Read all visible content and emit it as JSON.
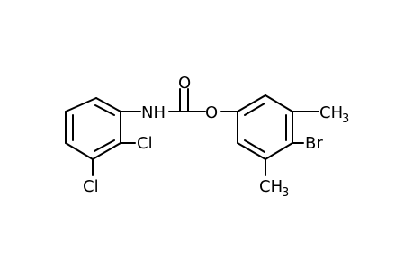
{
  "molecule": {
    "atoms": {
      "nh": "NH",
      "o_carbonyl": "O",
      "o_ester": "O",
      "cl_ortho": "Cl",
      "cl_meta": "Cl",
      "br": "Br",
      "ch3_top": {
        "main": "CH",
        "sub": "3"
      },
      "ch3_bottom": {
        "main": "CH",
        "sub": "3"
      }
    },
    "colors": {
      "bond": "#000000",
      "text": "#000000",
      "background": "#ffffff"
    }
  }
}
